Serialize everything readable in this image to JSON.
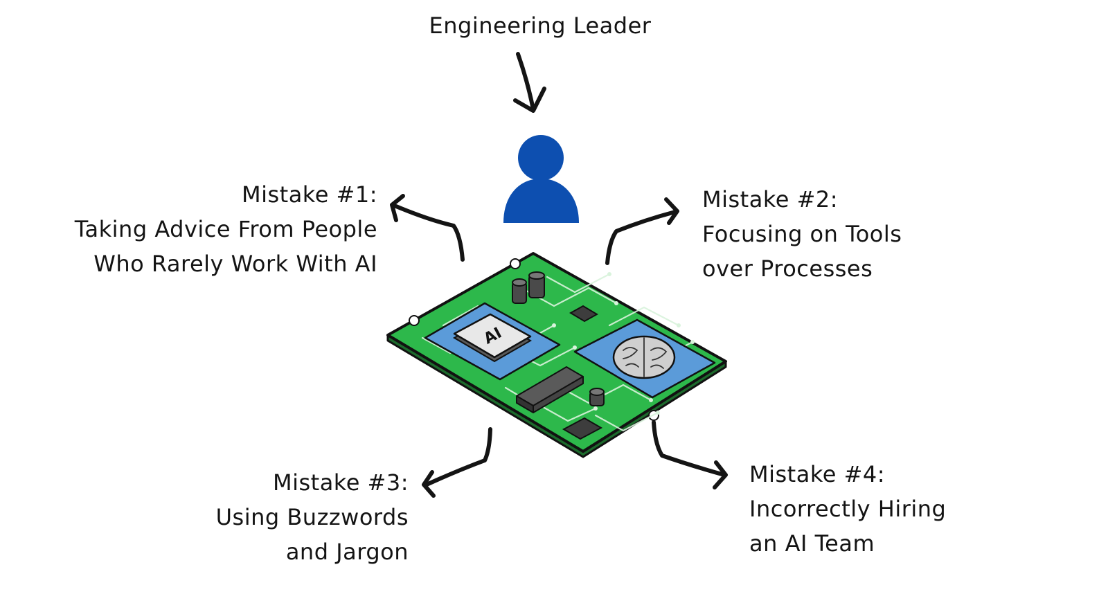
{
  "title": "Engineering Leader",
  "mistakes": [
    {
      "heading": "Mistake #1:",
      "lines": [
        "Taking Advice From People",
        "Who Rarely Work With AI"
      ]
    },
    {
      "heading": "Mistake #2:",
      "lines": [
        "Focusing on Tools",
        "over Processes"
      ]
    },
    {
      "heading": "Mistake #3:",
      "lines": [
        "Using Buzzwords",
        "and Jargon"
      ]
    },
    {
      "heading": "Mistake #4:",
      "lines": [
        "Incorrectly Hiring",
        "an AI Team"
      ]
    }
  ],
  "board": {
    "chip_label": "AI"
  },
  "icons": [
    "person-icon",
    "circuit-board-icon",
    "ai-chip-icon",
    "brain-chip-icon"
  ],
  "colors": {
    "person": "#0D4FB0",
    "board": "#2DB84B",
    "chip_pad": "#5B9BD9",
    "ink": "#141414"
  }
}
